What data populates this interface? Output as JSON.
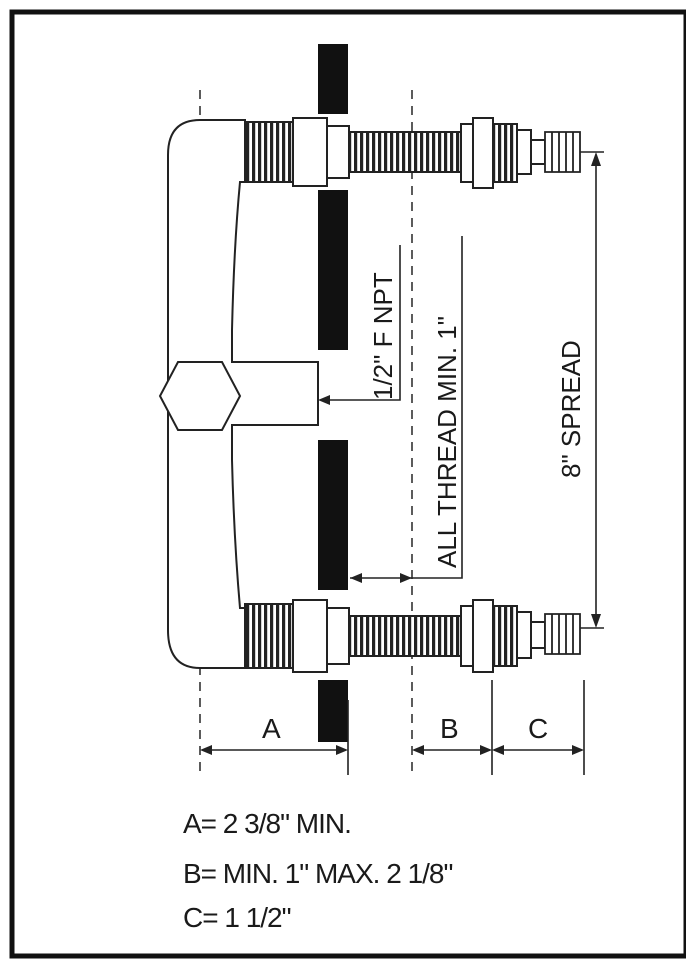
{
  "callouts": {
    "npt": "1/2\" F NPT",
    "thread": "ALL THREAD MIN. 1\"",
    "spread": "8\" SPREAD"
  },
  "dimensions": {
    "a_letter": "A",
    "b_letter": "B",
    "c_letter": "C"
  },
  "specs": {
    "a": "A= 2 3/8\" MIN.",
    "b": "B= MIN. 1\" MAX. 2 1/8\"",
    "c": "C= 1 1/2\""
  }
}
